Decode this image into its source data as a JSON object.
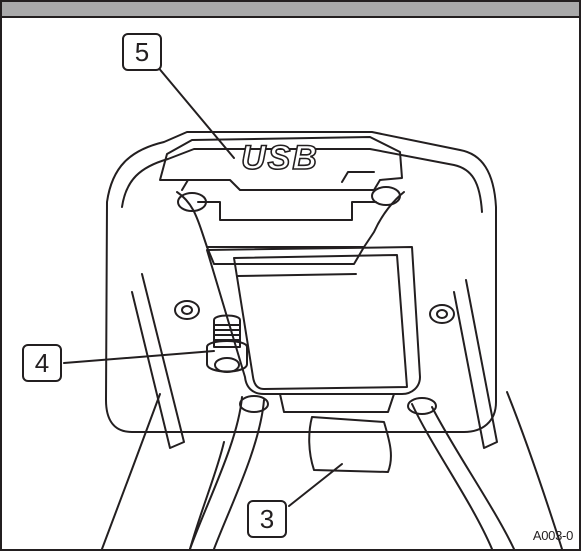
{
  "figure": {
    "code": "A003-0",
    "usb_label": "USB",
    "callouts": {
      "screw_cover": "5",
      "screw": "4",
      "cable": "3"
    }
  },
  "colors": {
    "line": "#231f20",
    "bar": "#a9a9aa",
    "background": "#ffffff"
  }
}
